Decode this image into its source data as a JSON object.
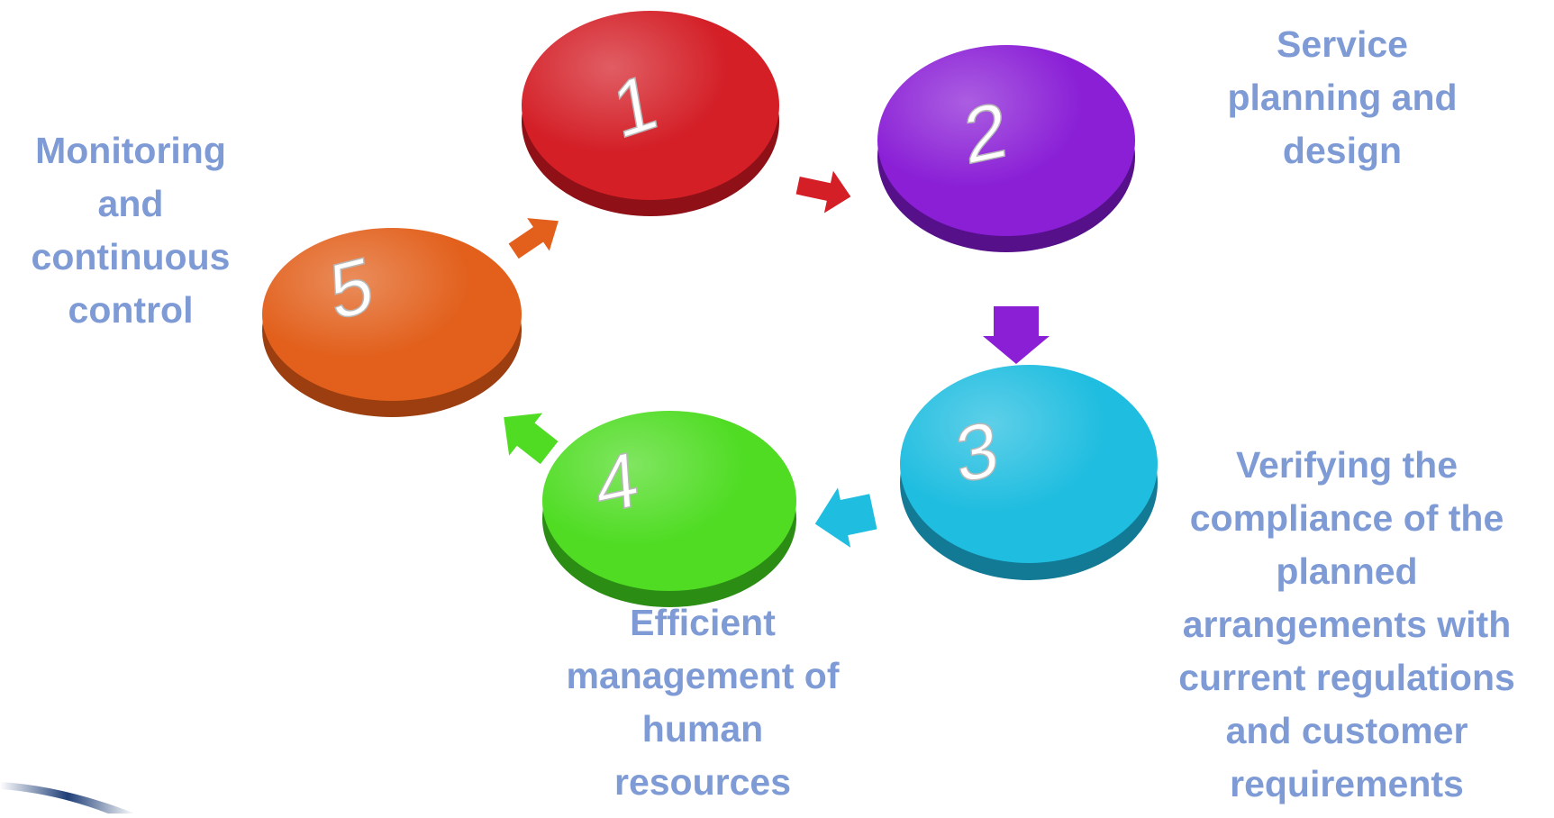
{
  "steps": [
    {
      "number": "1",
      "color": "#d41f27",
      "rim": "#8f1016"
    },
    {
      "number": "2",
      "color": "#8a1fd6",
      "rim": "#55108a"
    },
    {
      "number": "3",
      "color": "#1fbde0",
      "rim": "#127a95"
    },
    {
      "number": "4",
      "color": "#4fdc23",
      "rim": "#2c8d14"
    },
    {
      "number": "5",
      "color": "#e2601c",
      "rim": "#9c3e10"
    }
  ],
  "labels": {
    "monitoring": "Monitoring\nand\ncontinuous\ncontrol",
    "planning": "Service\nplanning and\ndesign",
    "verifying": "Verifying the\ncompliance of the\nplanned\narrangements with\ncurrent regulations\nand customer\nrequirements",
    "human_resources": "Efficient\nmanagement of\nhuman\nresources"
  },
  "colors": {
    "label_text": "#7f9bd6",
    "numeral_face": "#ffffff",
    "numeral_edge": "#b8b8b8"
  }
}
